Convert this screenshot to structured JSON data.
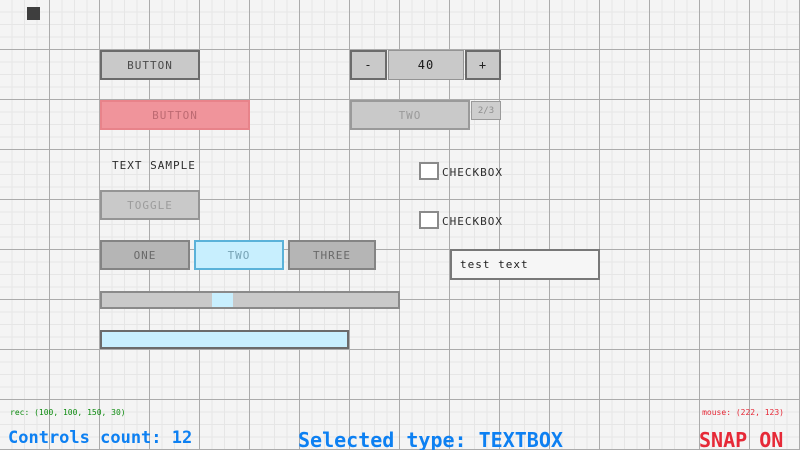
{
  "canvas": {
    "background_color": "#f4f4f4",
    "grid_minor_color": "#e6e6e6",
    "grid_major_color": "#ababab"
  },
  "controls": {
    "button_normal": {
      "label": "BUTTON"
    },
    "button_hovered": {
      "label": "BUTTON"
    },
    "value_spinner": {
      "minus_label": "-",
      "value": "40",
      "plus_label": "+"
    },
    "combobox": {
      "selected_option": "TWO",
      "counter": "2/3"
    },
    "text_label": {
      "text": "TEXT SAMPLE"
    },
    "toggle": {
      "label": "TOGGLE"
    },
    "toggle_group": {
      "items": [
        "ONE",
        "TWO",
        "THREE"
      ],
      "selected": "TWO"
    },
    "checkbox_top": {
      "label": "CHECKBOX",
      "checked": false
    },
    "checkbox_bottom": {
      "label": "CHECKBOX",
      "checked": false
    },
    "textbox": {
      "value": "test text"
    }
  },
  "statusbar": {
    "rec": "rec: (100, 100, 150, 30)",
    "controls_count": "Controls count: 12",
    "selected_type": "Selected type: TEXTBOX",
    "mouse": "mouse: (222, 123)",
    "snap": "SNAP ON"
  },
  "colors": {
    "status_green": "#0e8b10",
    "status_blue": "#0d80f2",
    "status_red": "#e62937",
    "selection_fill": "#c8effe",
    "selection_border": "#5bb2d9",
    "hover_fill": "#f0949b",
    "hover_border": "#e8838a",
    "control_fill": "#c9c9c9",
    "control_border": "#6b6b6b"
  }
}
